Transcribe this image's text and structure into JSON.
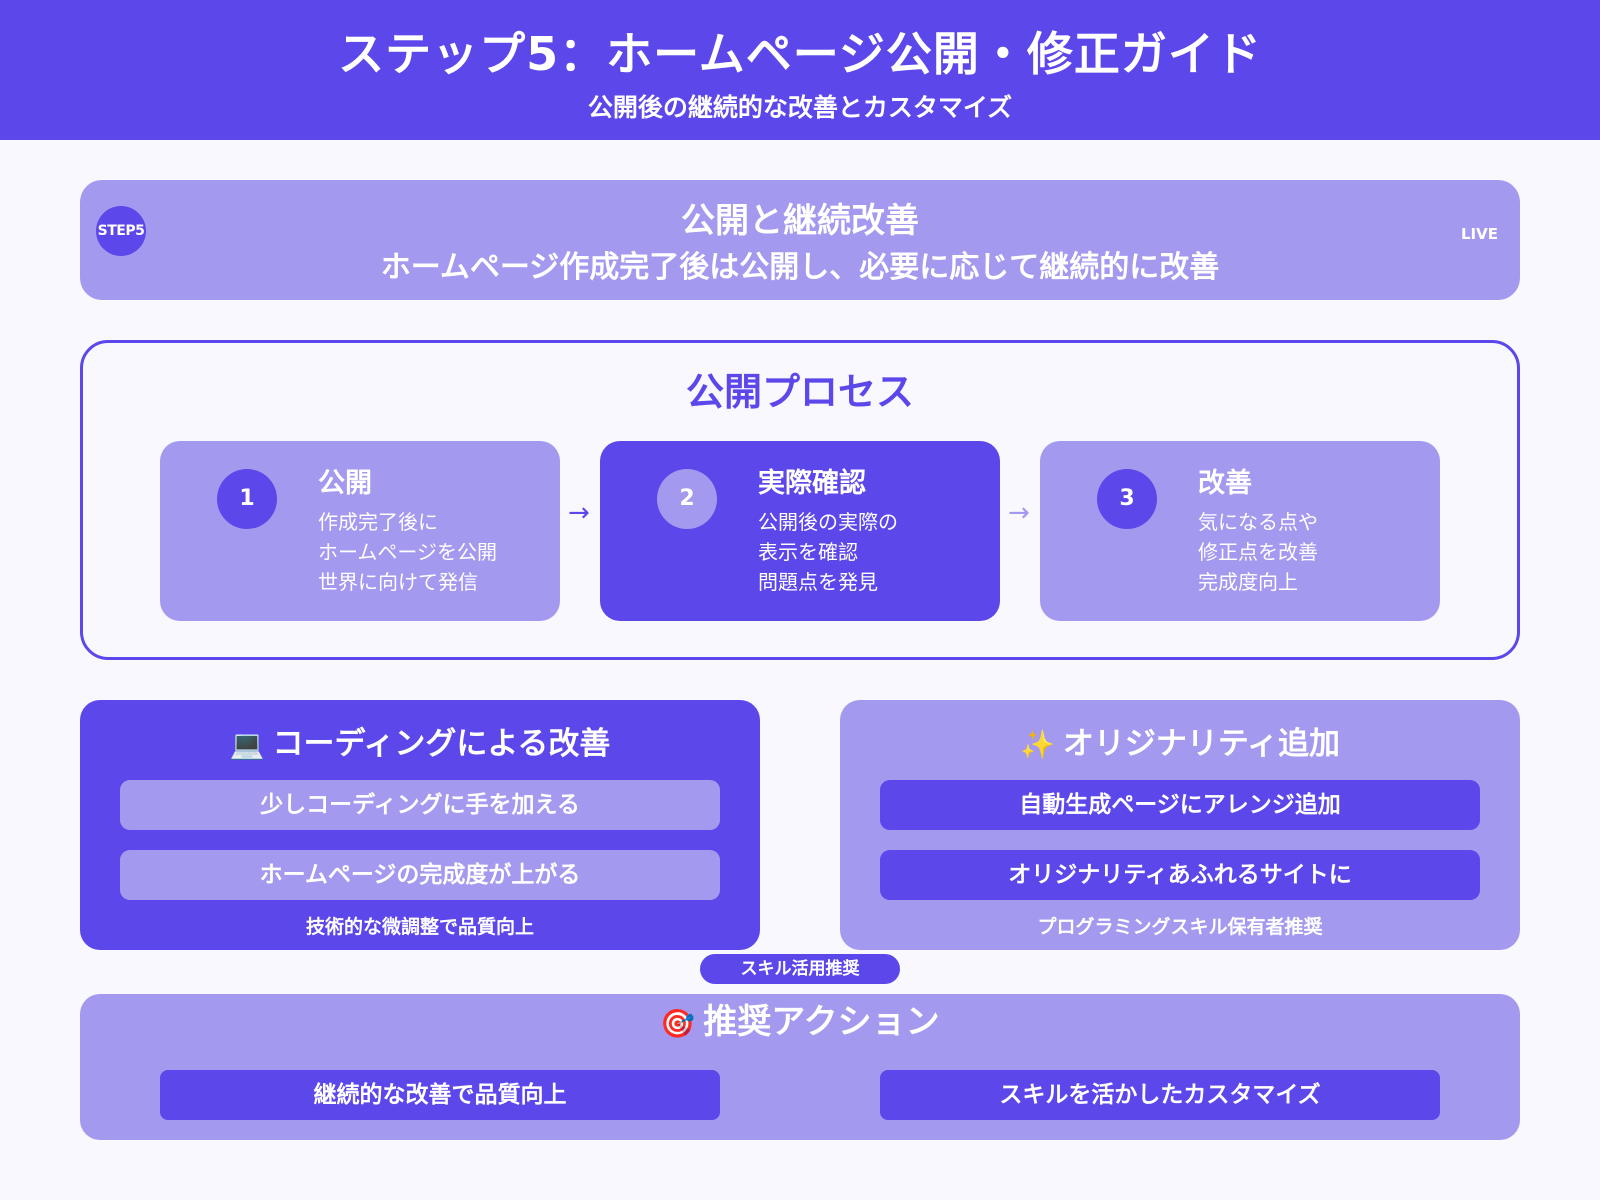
{
  "header": {
    "title": "ステップ5：ホームページ公開・修正ガイド",
    "subtitle": "公開後の継続的な改善とカスタマイズ"
  },
  "banner": {
    "badge": "STEP5",
    "title": "公開と継続改善",
    "subtitle": "ホームページ作成完了後は公開し、必要に応じて継続的に改善",
    "status": "LIVE"
  },
  "process": {
    "title": "公開プロセス",
    "steps": [
      {
        "number": "1",
        "title": "公開",
        "lines": [
          "作成完了後に",
          "ホームページを公開",
          "世界に向けて発信"
        ]
      },
      {
        "number": "2",
        "title": "実際確認",
        "lines": [
          "公開後の実際の",
          "表示を確認",
          "問題点を発見"
        ]
      },
      {
        "number": "3",
        "title": "改善",
        "lines": [
          "気になる点や",
          "修正点を改善",
          "完成度向上"
        ]
      }
    ],
    "arrow_glyph": "→"
  },
  "coding_card": {
    "icon": "💻",
    "title": "コーディングによる改善",
    "items": [
      "少しコーディングに手を加える",
      "ホームページの完成度が上がる"
    ],
    "note": "技術的な微調整で品質向上"
  },
  "originality_card": {
    "icon": "✨",
    "title": "オリジナリティ追加",
    "items": [
      "自動生成ページにアレンジ追加",
      "オリジナリティあふれるサイトに"
    ],
    "note": "プログラミングスキル保有者推奨"
  },
  "skill_tag": "スキル活用推奨",
  "actions": {
    "icon": "🎯",
    "title": "推奨アクション",
    "buttons": [
      "継続的な改善で品質向上",
      "スキルを活かしたカスタマイズ"
    ]
  },
  "colors": {
    "primary": "#5c47eb",
    "light": "#a399ef",
    "background": "#f8f8fe",
    "text": "#ffffff"
  }
}
